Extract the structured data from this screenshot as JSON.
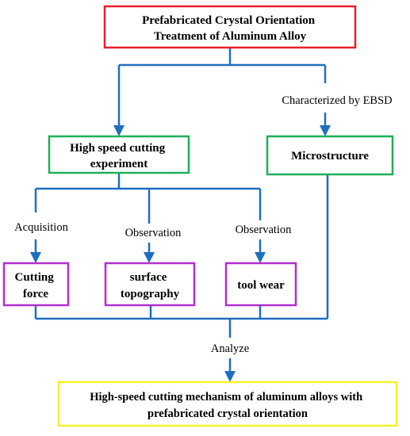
{
  "colors": {
    "line": "#1f6fc0",
    "box_red": "#e8202a",
    "box_green": "#1fb05a",
    "box_purple": "#b22fd0",
    "box_yellow": "#f5f02a"
  },
  "nodes": {
    "top": {
      "lines": [
        "Prefabricated Crystal Orientation",
        "Treatment of Aluminum Alloy"
      ]
    },
    "hsc": {
      "lines": [
        "High speed cutting",
        "experiment"
      ]
    },
    "micro": {
      "lines": [
        "Microstructure"
      ]
    },
    "force": {
      "lines": [
        "Cutting",
        "force"
      ]
    },
    "surface": {
      "lines": [
        "surface",
        "topography"
      ]
    },
    "tool": {
      "lines": [
        "tool wear"
      ]
    },
    "result": {
      "lines": [
        "High-speed cutting mechanism of aluminum alloys with",
        "prefabricated crystal orientation"
      ]
    }
  },
  "edge_labels": {
    "ebsd": "Characterized by EBSD",
    "acquisition": "Acquisition",
    "observation1": "Observation",
    "observation2": "Observation",
    "analyze": "Analyze"
  }
}
